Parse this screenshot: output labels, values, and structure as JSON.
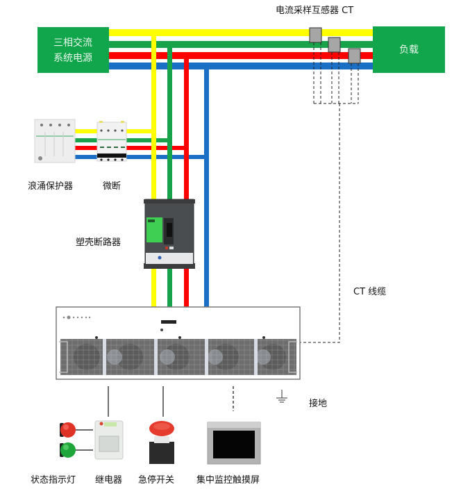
{
  "title": "三相交流负载电流监测系统接线图",
  "colors": {
    "phase_l1": "#ffff00",
    "phase_l2": "#16a34a",
    "phase_l3": "#ff0000",
    "neutral": "#1a6fc4",
    "box_green": "#12a64c",
    "ct_gray": "#a6a6a6"
  },
  "nodes": {
    "source": {
      "line1": "三相交流",
      "line2": "系统电源"
    },
    "load": {
      "label": "负载"
    },
    "ct_sensor": {
      "label": "电流采样互感器 CT",
      "count": 3
    },
    "surge_protector": {
      "label": "浪涌保护器"
    },
    "mcb": {
      "label": "微断"
    },
    "mccb": {
      "label": "塑壳断路器"
    },
    "ct_cable": {
      "label": "CT 线缆"
    },
    "ground": {
      "label": "接地"
    },
    "status_light": {
      "label": "状态指示灯",
      "colors": [
        "red",
        "green"
      ]
    },
    "relay": {
      "label": "继电器"
    },
    "emergency_stop": {
      "label": "急停开关"
    },
    "touch_screen": {
      "label": "集中监控触摸屏"
    }
  },
  "wires": [
    {
      "name": "phase-l1",
      "color_key": "phase_l1"
    },
    {
      "name": "phase-l2",
      "color_key": "phase_l2"
    },
    {
      "name": "phase-l3",
      "color_key": "phase_l3"
    },
    {
      "name": "neutral",
      "color_key": "neutral"
    }
  ]
}
